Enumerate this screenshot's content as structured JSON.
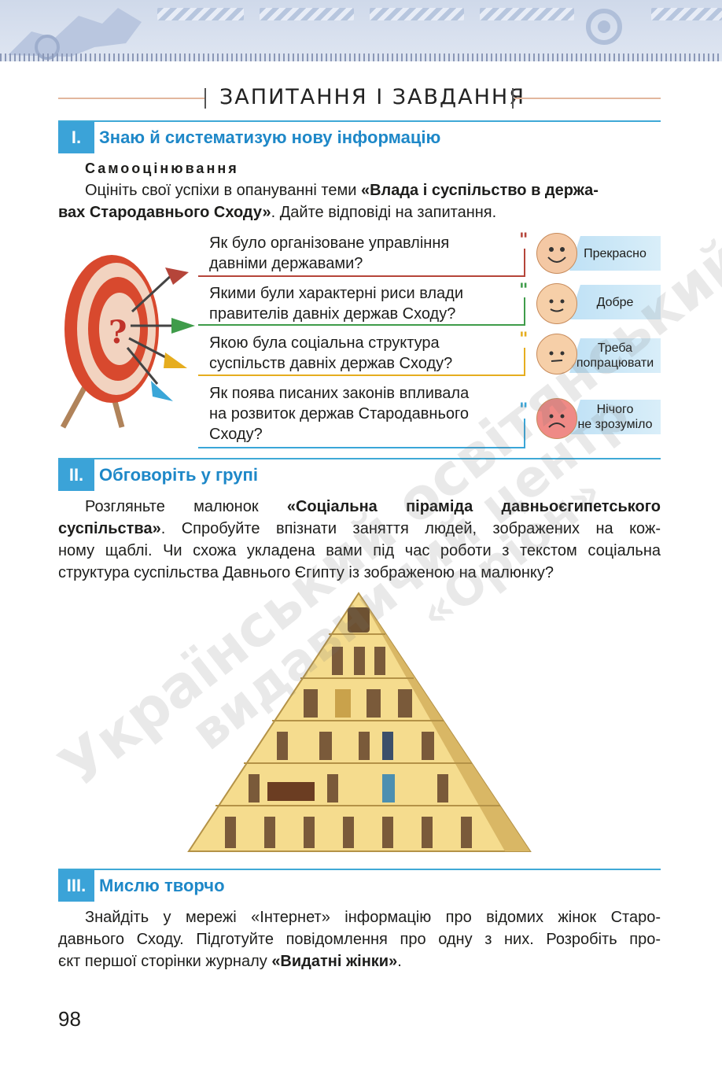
{
  "header": {
    "title": "ЗАПИТАННЯ І ЗАВДАННЯ"
  },
  "section1": {
    "number": "I.",
    "title": "Знаю й систематизую нову інформацію",
    "subheading": "Самооцінювання",
    "intro_plain": "Оцініть свої успіхи в опануванні теми ",
    "intro_bold1": "«Влада і суспільство в держа-",
    "intro_bold2": "вах Стародавнього Сходу»",
    "intro_tail": ". Дайте відповіді на запитання.",
    "questions": [
      {
        "line1": "Як було організоване управління",
        "line2": "давніми державами?",
        "line3": ""
      },
      {
        "line1": "Якими були характерні риси влади",
        "line2": "правителів давніх держав Сходу?",
        "line3": ""
      },
      {
        "line1": "Якою була соціальна структура",
        "line2": "суспільств давніх держав Сходу?",
        "line3": ""
      },
      {
        "line1": "Як поява писаних законів впливала",
        "line2": "на розвиток держав Стародавнього",
        "line3": "Сходу?"
      }
    ],
    "question_mark": "?",
    "ratings": [
      {
        "line1": "Прекрасно",
        "line2": ""
      },
      {
        "line1": "Добре",
        "line2": ""
      },
      {
        "line1": "Треба",
        "line2": "попрацювати"
      },
      {
        "line1": "Нічого",
        "line2": "не зрозуміло"
      }
    ],
    "quote_mark": "\"",
    "colors": {
      "q1": "#b5453a",
      "q2": "#3f9c4a",
      "q3": "#e6ad1f",
      "q4": "#3aa6d8"
    }
  },
  "section2": {
    "number": "II.",
    "title": "Обговоріть у групі",
    "p_plain1": "Розгляньте малюнок ",
    "p_bold1": "«Соціальна піраміда давньоєгипетського",
    "p_bold2": "суспільства»",
    "p_rest1": ". Спробуйте впізнати заняття людей, зображених на кож-",
    "p_line3": "ному щаблі. Чи схожа укладена вами під час роботи з текстом соціальна",
    "p_line4": "структура суспільства Давнього Єгипту із зображеною на малюнку?"
  },
  "section3": {
    "number": "III.",
    "title": "Мислю творчо",
    "p_line1": "Знайдіть у мережі «Інтернет» інформацію про відомих жінок Старо-",
    "p_line2": "давнього Сходу. Підготуйте повідомлення про одну з них. Розробіть про-",
    "p_plain3": "єкт першої сторінки журналу ",
    "p_bold3": "«Видатні жінки»",
    "p_end3": "."
  },
  "watermark": {
    "line1": "Український освітянський",
    "line2": "видавничий центр",
    "line3": "«Оріон»"
  },
  "page_number": "98"
}
